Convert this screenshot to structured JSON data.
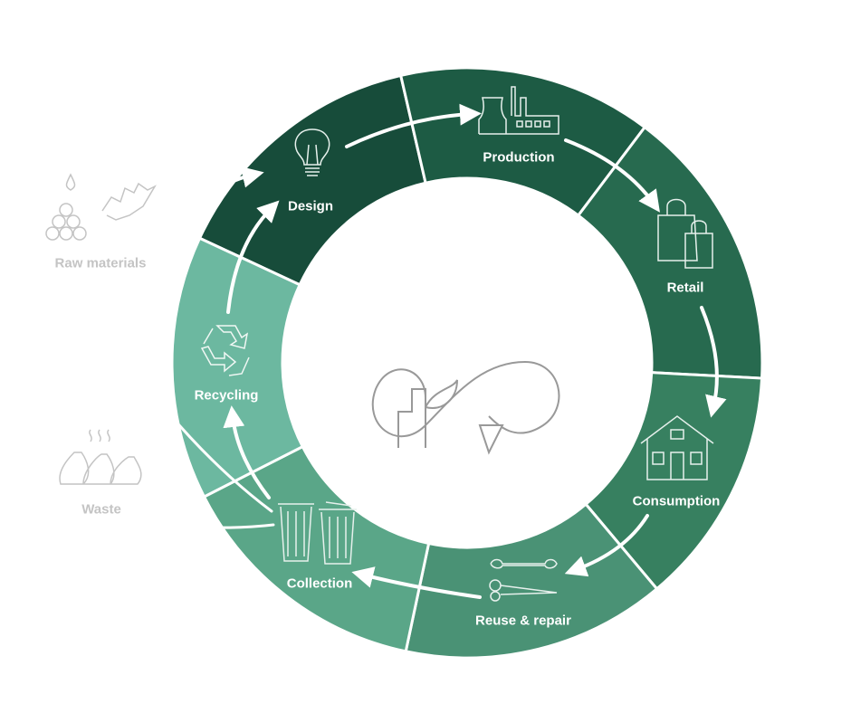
{
  "title": "Circular economy cycle",
  "stages": [
    {
      "label": "Design",
      "icon": "lightbulb-icon",
      "color": "#174c3a"
    },
    {
      "label": "Production",
      "icon": "factory-icon",
      "color": "#1d5b44"
    },
    {
      "label": "Retail",
      "icon": "shopping-bags-icon",
      "color": "#276a4f"
    },
    {
      "label": "Consumption",
      "icon": "house-icon",
      "color": "#378060"
    },
    {
      "label": "Reuse & repair",
      "icon": "wrench-scissors-icon",
      "color": "#4a9275"
    },
    {
      "label": "Collection",
      "icon": "trash-bins-icon",
      "color": "#5aa688"
    },
    {
      "label": "Recycling",
      "icon": "recycle-icon",
      "color": "#6cb8a0"
    }
  ],
  "inputs": [
    {
      "label": "Raw materials",
      "icon": "raw-materials-icon"
    },
    {
      "label": "Waste",
      "icon": "waste-bags-icon"
    }
  ],
  "center_icon": "infinity-factory-leaf-icon",
  "muted_color": "#c4c4c4"
}
